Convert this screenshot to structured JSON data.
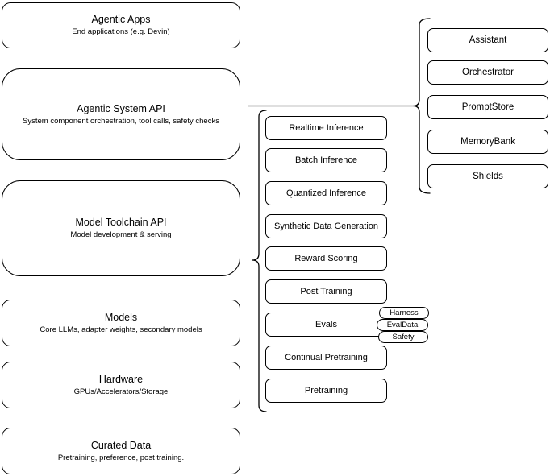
{
  "diagram": {
    "stack": [
      {
        "title": "Agentic Apps",
        "subtitle": "End applications (e.g. Devin)"
      },
      {
        "title": "Agentic System API",
        "subtitle": "System component orchestration, tool calls, safety checks"
      },
      {
        "title": "Model Toolchain API",
        "subtitle": "Model development & serving"
      },
      {
        "title": "Models",
        "subtitle": "Core LLMs, adapter weights, secondary models"
      },
      {
        "title": "Hardware",
        "subtitle": "GPUs/Accelerators/Storage"
      },
      {
        "title": "Curated Data",
        "subtitle": "Pretraining, preference, post training."
      }
    ],
    "toolchain_items": [
      "Realtime Inference",
      "Batch Inference",
      "Quantized Inference",
      "Synthetic Data Generation",
      "Reward Scoring",
      "Post Training",
      "Evals",
      "Continual Pretraining",
      "Pretraining"
    ],
    "evals_tags": [
      "Harness",
      "EvalData",
      "Safety"
    ],
    "system_components": [
      "Assistant",
      "Orchestrator",
      "PromptStore",
      "MemoryBank",
      "Shields"
    ],
    "colors": {
      "stroke": "#000000",
      "fill": "#ffffff",
      "text": "#000000"
    }
  }
}
